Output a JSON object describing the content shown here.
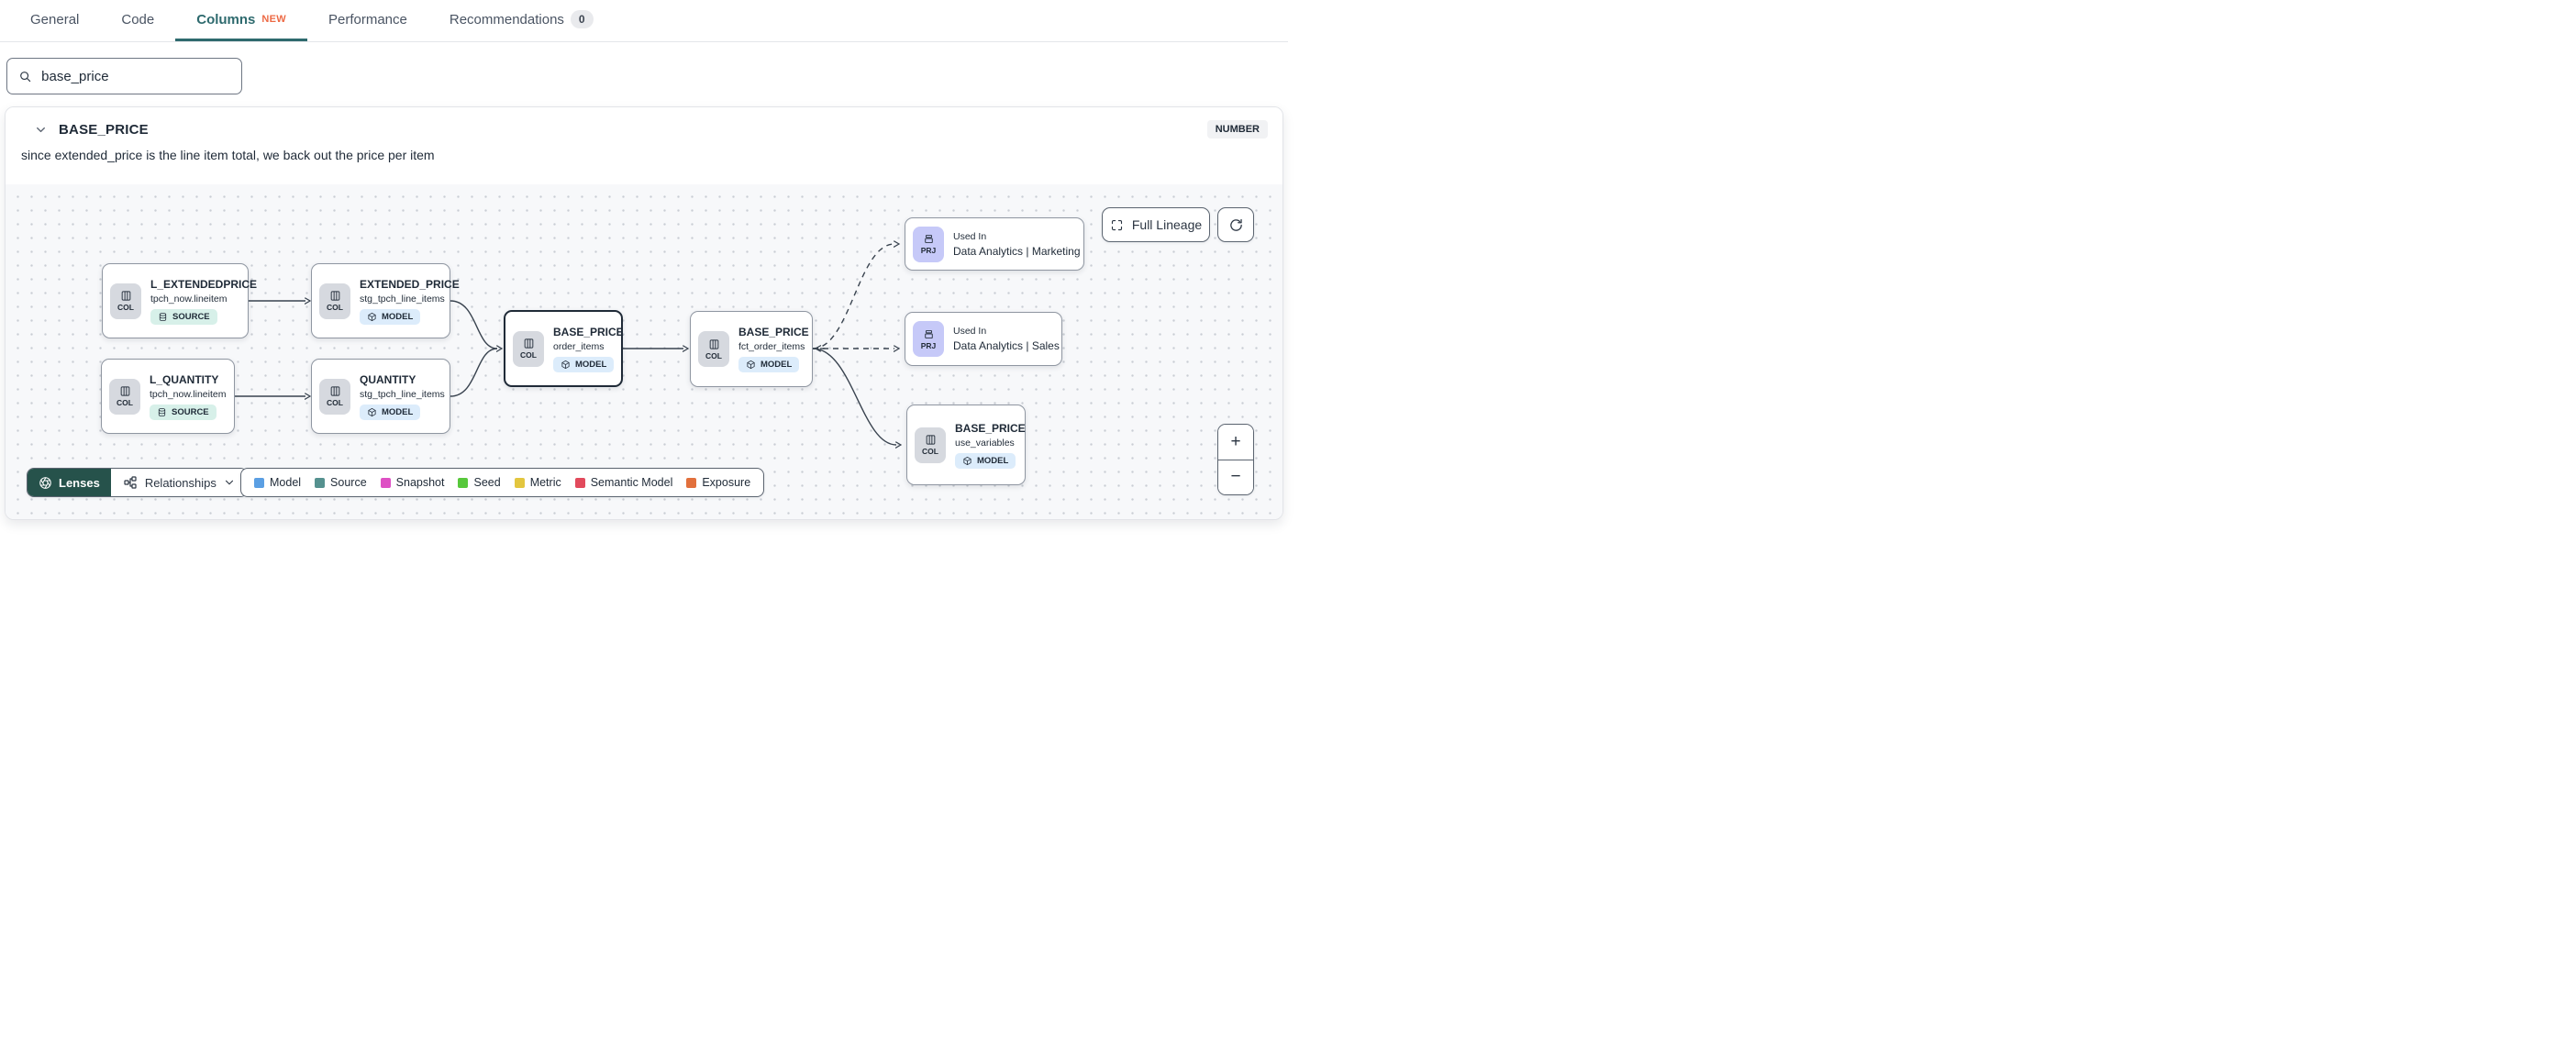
{
  "header_tabs": {
    "general": "General",
    "code": "Code",
    "columns": "Columns",
    "columns_new_badge": "NEW",
    "performance": "Performance",
    "recommendations": "Recommendations",
    "recommendations_count": "0"
  },
  "search": {
    "value": "base_price"
  },
  "column_panel": {
    "name": "BASE_PRICE",
    "data_type": "NUMBER",
    "description": "since extended_price is the line item total, we back out the price per item"
  },
  "lineage": {
    "full_lineage_button": "Full Lineage",
    "zoom_in": "+",
    "zoom_out": "−",
    "nodes": [
      {
        "id": "l_extendedprice",
        "chip": "COL",
        "title": "L_EXTENDEDPRICE",
        "subtitle": "tpch_now.lineitem",
        "badge": "SOURCE"
      },
      {
        "id": "l_quantity",
        "chip": "COL",
        "title": "L_QUANTITY",
        "subtitle": "tpch_now.lineitem",
        "badge": "SOURCE"
      },
      {
        "id": "extended_price",
        "chip": "COL",
        "title": "EXTENDED_PRICE",
        "subtitle": "stg_tpch_line_items",
        "badge": "MODEL"
      },
      {
        "id": "quantity",
        "chip": "COL",
        "title": "QUANTITY",
        "subtitle": "stg_tpch_line_items",
        "badge": "MODEL"
      },
      {
        "id": "base_price_order_items",
        "chip": "COL",
        "title": "BASE_PRICE",
        "subtitle": "order_items",
        "badge": "MODEL",
        "selected": true
      },
      {
        "id": "base_price_fct_order_items",
        "chip": "COL",
        "title": "BASE_PRICE",
        "subtitle": "fct_order_items",
        "badge": "MODEL"
      },
      {
        "id": "used_in_marketing",
        "chip": "PRJ",
        "label": "Used In",
        "title": "Data Analytics | Marketing"
      },
      {
        "id": "used_in_sales",
        "chip": "PRJ",
        "label": "Used In",
        "title": "Data Analytics | Sales"
      },
      {
        "id": "base_price_use_variables",
        "chip": "COL",
        "title": "BASE_PRICE",
        "subtitle": "use_variables",
        "badge": "MODEL"
      }
    ]
  },
  "footer": {
    "lenses_label": "Lenses",
    "relationships_label": "Relationships",
    "legend": [
      {
        "label": "Model",
        "color": "#5B9FE3"
      },
      {
        "label": "Source",
        "color": "#55918F"
      },
      {
        "label": "Snapshot",
        "color": "#DE4FC4"
      },
      {
        "label": "Seed",
        "color": "#57C83B"
      },
      {
        "label": "Metric",
        "color": "#E3C63F"
      },
      {
        "label": "Semantic Model",
        "color": "#E24A5C"
      },
      {
        "label": "Exposure",
        "color": "#E2703C"
      }
    ]
  },
  "colors": {
    "accent_teal": "#2E6A6E",
    "new_badge": "#ED6A45",
    "lenses_bg": "#26524B"
  }
}
